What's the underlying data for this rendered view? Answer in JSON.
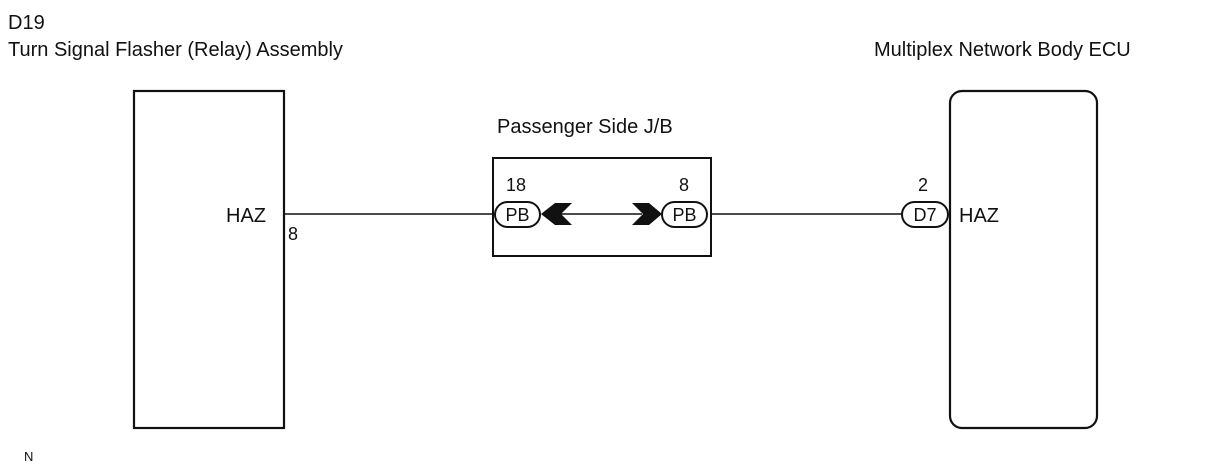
{
  "header": {
    "connector_code": "D19",
    "left_component_title": "Turn Signal Flasher (Relay) Assembly",
    "right_component_title": "Multiplex Network Body ECU"
  },
  "left_component": {
    "terminal_name": "HAZ",
    "pin": "8"
  },
  "junction_block": {
    "title": "Passenger Side J/B",
    "left_connector": {
      "pin": "18",
      "code": "PB"
    },
    "right_connector": {
      "pin": "8",
      "code": "PB"
    }
  },
  "right_component": {
    "connector": {
      "pin": "2",
      "code": "D7"
    },
    "terminal_name": "HAZ"
  },
  "footer": {
    "note": "N"
  }
}
